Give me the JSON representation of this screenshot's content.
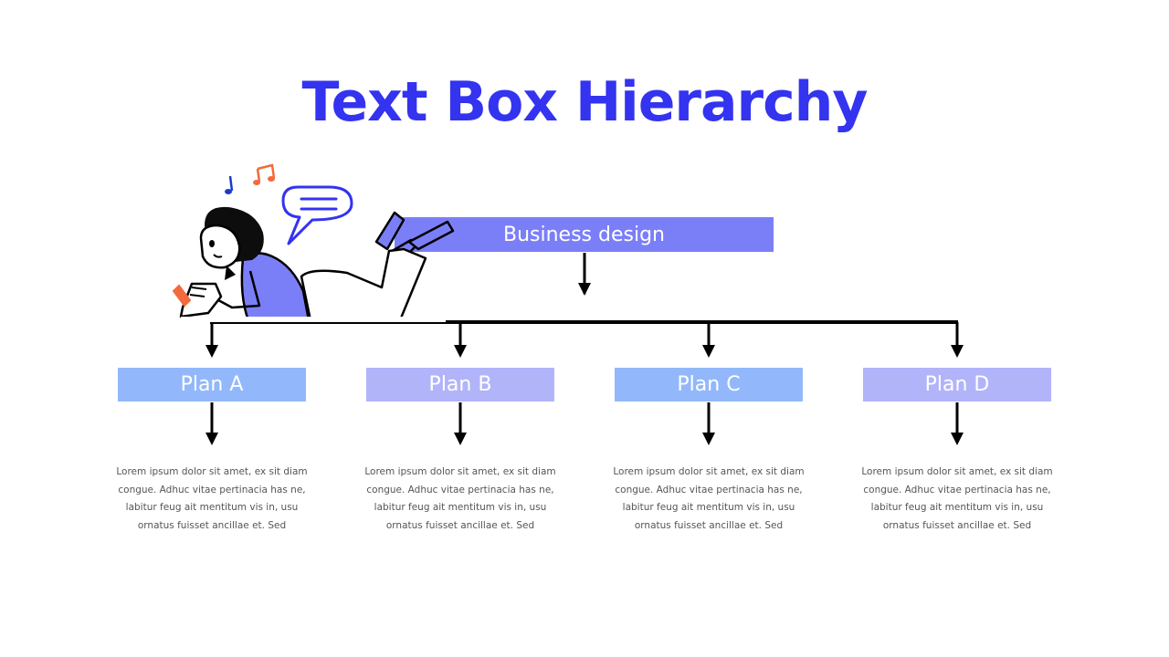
{
  "title": "Text Box Hierarchy",
  "root": {
    "label": "Business design"
  },
  "plans": [
    {
      "label": "Plan A",
      "color": "#92b8fb",
      "text": "Lorem ipsum dolor sit amet, ex sit diam congue. Adhuc vitae pertinacia has ne, labitur feug ait mentitum vis in, usu ornatus fuisset ancillae et. Sed"
    },
    {
      "label": "Plan B",
      "color": "#b2b4fa",
      "text": "Lorem ipsum dolor sit amet, ex sit diam congue. Adhuc vitae pertinacia has ne, labitur feug ait mentitum vis in, usu ornatus fuisset ancillae et. Sed"
    },
    {
      "label": "Plan C",
      "color": "#92b8fb",
      "text": "Lorem ipsum dolor sit amet, ex sit diam congue. Adhuc vitae pertinacia has ne, labitur feug ait mentitum vis in, usu ornatus fuisset ancillae et. Sed"
    },
    {
      "label": "Plan D",
      "color": "#b2b4fa",
      "text": "Lorem ipsum dolor sit amet, ex sit diam congue. Adhuc vitae pertinacia has ne, labitur feug ait mentitum vis in, usu ornatus fuisset ancillae et. Sed"
    }
  ],
  "colors": {
    "title": "#3333f0",
    "root_box": "#7b7ff7",
    "accent_orange": "#f26a3d",
    "accent_blue": "#3333f0",
    "shirt": "#7b7ff7"
  },
  "icons": [
    "music-note-icon",
    "music-notes-icon",
    "speech-bubble-icon",
    "phone-icon"
  ]
}
